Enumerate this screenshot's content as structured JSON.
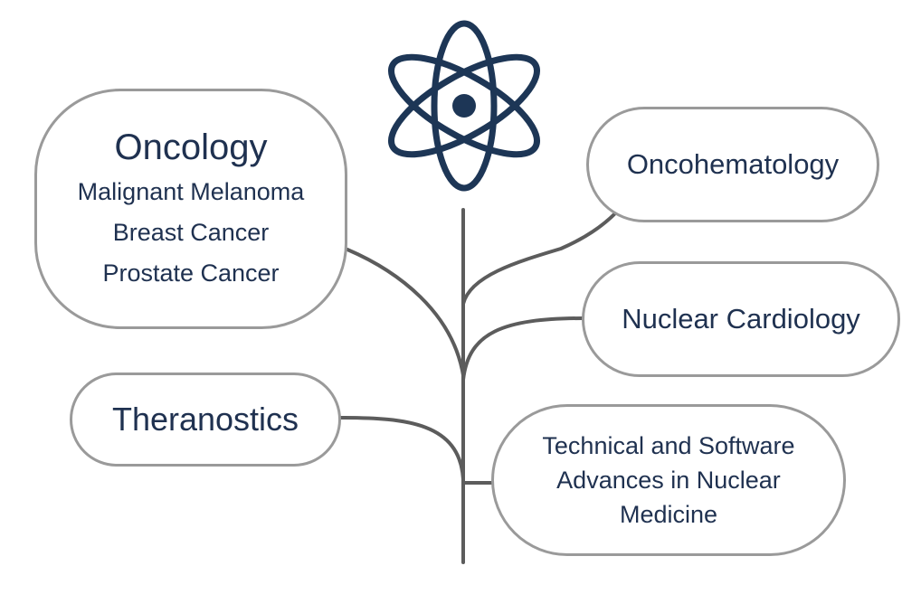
{
  "diagram": {
    "center_icon": "atom-icon",
    "colors": {
      "text": "#1f3150",
      "icon": "#1d3656",
      "border": "#9a9a9a",
      "connector": "#5c5c5c"
    },
    "nodes": {
      "oncology": {
        "title": "Oncology",
        "items": [
          "Malignant Melanoma",
          "Breast Cancer",
          "Prostate Cancer"
        ]
      },
      "theranostics": {
        "label": "Theranostics"
      },
      "oncohematology": {
        "label": "Oncohematology"
      },
      "nuclear_cardiology": {
        "label": "Nuclear Cardiology"
      },
      "technical": {
        "lines": [
          "Technical and Software",
          "Advances in Nuclear",
          "Medicine"
        ]
      }
    }
  }
}
